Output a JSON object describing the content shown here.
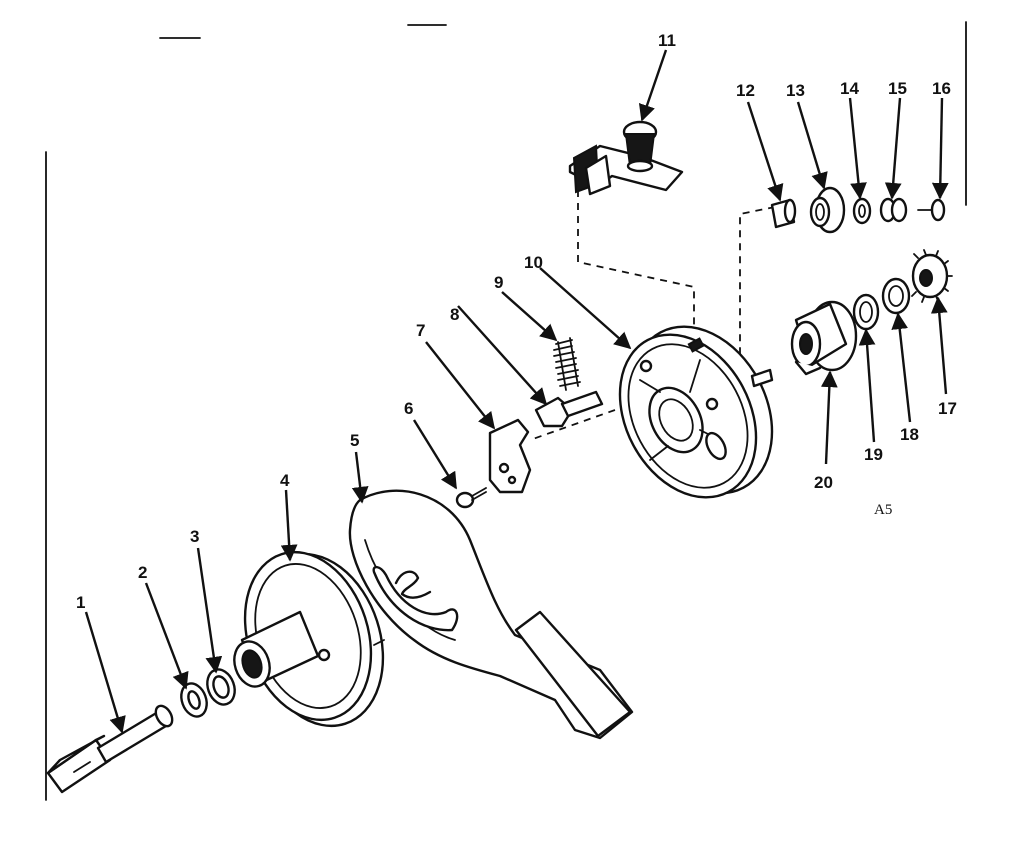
{
  "diagram": {
    "type": "exploded parts diagram",
    "part_numbers": [
      "1",
      "2",
      "3",
      "4",
      "5",
      "6",
      "7",
      "8",
      "9",
      "10",
      "11",
      "12",
      "13",
      "14",
      "15",
      "16",
      "17",
      "18",
      "19",
      "20"
    ],
    "drawing_code": "A5",
    "line_color": "#111111",
    "background_color": "#ffffff"
  }
}
